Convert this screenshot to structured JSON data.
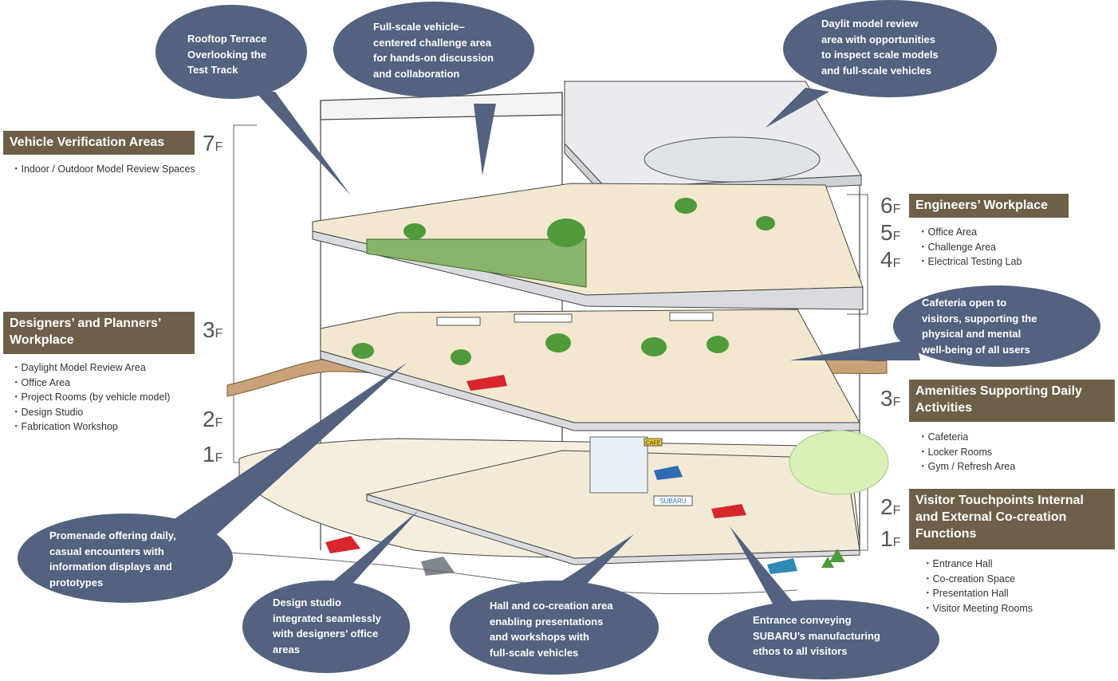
{
  "left_panels": [
    {
      "header": "Vehicle Verification Areas",
      "items": [
        "Indoor / Outdoor Model Review Spaces"
      ]
    },
    {
      "header": "Designers’ and Planners’ Workplace",
      "items": [
        "Daylight Model Review Area",
        "Office Area",
        "Project Rooms (by vehicle model)",
        "Design Studio",
        "Fabrication Workshop"
      ]
    }
  ],
  "right_panels": [
    {
      "header": "Engineers’ Workplace",
      "items": [
        "Office Area",
        "Challenge Area",
        "Electrical Testing Lab"
      ]
    },
    {
      "header": "Amenities Supporting Daily Activities",
      "items": [
        "Cafeteria",
        "Locker Rooms",
        "Gym / Refresh Area"
      ]
    },
    {
      "header": "Visitor Touchpoints Internal and External Co-creation Functions",
      "items": [
        "Entrance Hall",
        "Co-creation Space",
        "Presentation Hall",
        "Visitor Meeting Rooms"
      ]
    }
  ],
  "floor_labels": {
    "left": [
      {
        "num": "7",
        "unit": "F"
      },
      {
        "num": "3",
        "unit": "F"
      },
      {
        "num": "2",
        "unit": "F"
      },
      {
        "num": "1",
        "unit": "F"
      }
    ],
    "right": [
      {
        "num": "6",
        "unit": "F"
      },
      {
        "num": "5",
        "unit": "F"
      },
      {
        "num": "4",
        "unit": "F"
      },
      {
        "num": "3",
        "unit": "F"
      },
      {
        "num": "2",
        "unit": "F"
      },
      {
        "num": "1",
        "unit": "F"
      }
    ]
  },
  "callouts": [
    {
      "text": "Rooftop Terrace\nOverlooking the\nTest Track"
    },
    {
      "text": "Full-scale vehicle–\ncentered challenge area\nfor hands-on discussion\nand collaboration"
    },
    {
      "text": "Daylit model review\narea with opportunities\nto inspect scale models\nand full-scale vehicles"
    },
    {
      "text": "Cafeteria open to\nvisitors, supporting the\nphysical and mental\nwell-being of all users"
    },
    {
      "text": "Promenade offering daily,\ncasual encounters with\ninformation displays and\nprototypes"
    },
    {
      "text": "Design studio\nintegrated seamlessly\nwith designers’ office\nareas"
    },
    {
      "text": "Hall and co-creation area\nenabling presentations\nand workshops with\nfull-scale vehicles"
    },
    {
      "text": "Entrance conveying\nSUBARU’s manufacturing\nethos to all visitors"
    }
  ],
  "signage": {
    "cafe": "CAFE",
    "brand": "SUBARU"
  },
  "colors": {
    "header_bg": "#6e6048",
    "bubble_bg": "#52627f",
    "floor_fill": "#f3e7cf",
    "promenade": "#c9a377",
    "green": "#4f9a3a",
    "green_area": "#d8f0b8",
    "red_car": "#d8262d",
    "blue_car": "#2f6cb5"
  }
}
